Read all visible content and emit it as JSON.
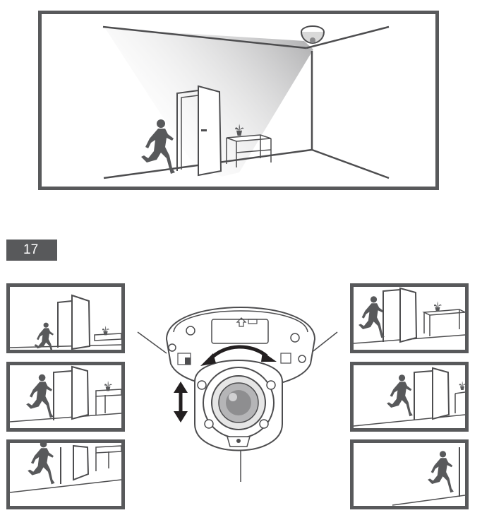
{
  "step": {
    "number": "17"
  },
  "colors": {
    "frame": "#58595b",
    "figure": "#58595b",
    "line": "#4d4d4f"
  },
  "illustration": {
    "scene": "ceiling-dome-camera-viewing-room-with-running-person",
    "thumbnails_left": [
      "view-wide",
      "view-mid",
      "view-low"
    ],
    "thumbnails_right": [
      "view-pan-left",
      "view-pan-mid",
      "view-pan-far"
    ],
    "adjustments": [
      "pan-rotation-arrow",
      "tilt-vertical-arrow"
    ]
  }
}
